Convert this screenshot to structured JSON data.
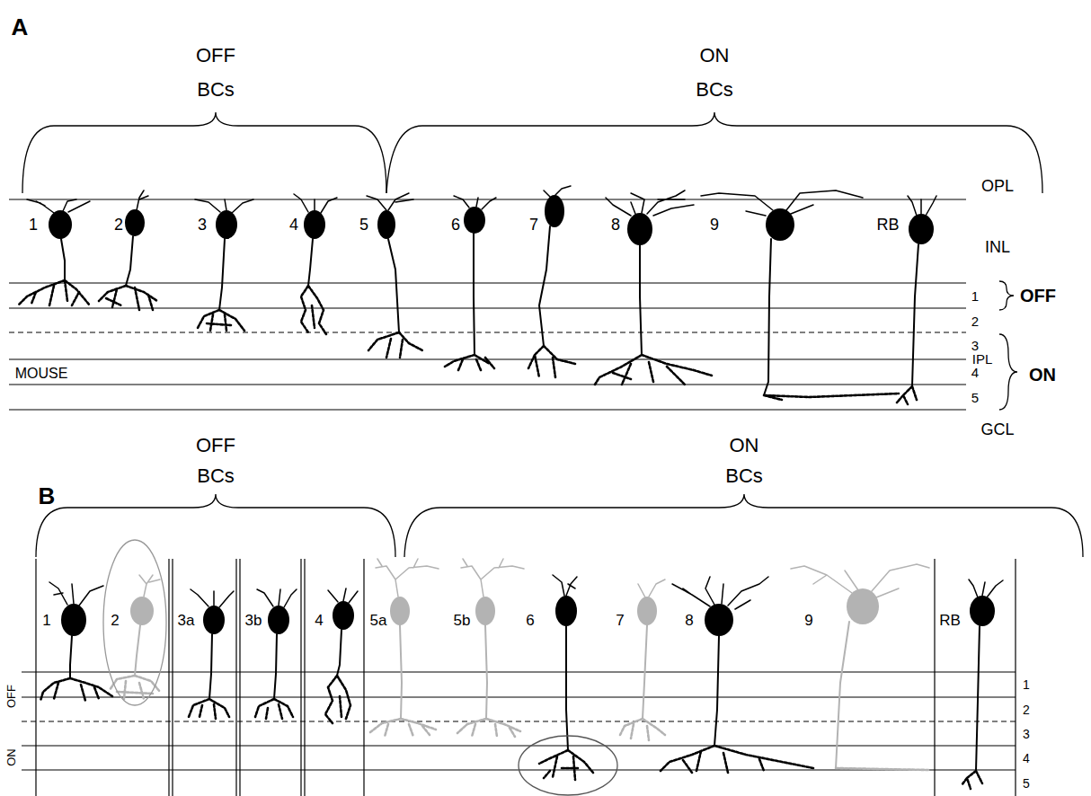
{
  "diagram": {
    "labels": [
      "A",
      "OFF BCs",
      "ON BCs",
      "OPL",
      "1",
      "2",
      "3",
      "4",
      "5",
      "6",
      "7",
      "8",
      "9",
      "RB",
      "INL",
      "1",
      "OFF",
      "2",
      "3",
      "IPL",
      "4",
      "ON",
      "MOUSE",
      "5",
      "GCL",
      "B",
      "OFF BCs",
      "ON BCs",
      "1",
      "2",
      "3a",
      "3b",
      "4",
      "5a",
      "5b",
      "6",
      "7",
      "8",
      "9",
      "RB",
      "OFF",
      "1",
      "2",
      "3",
      "ON",
      "4",
      "5"
    ]
  }
}
